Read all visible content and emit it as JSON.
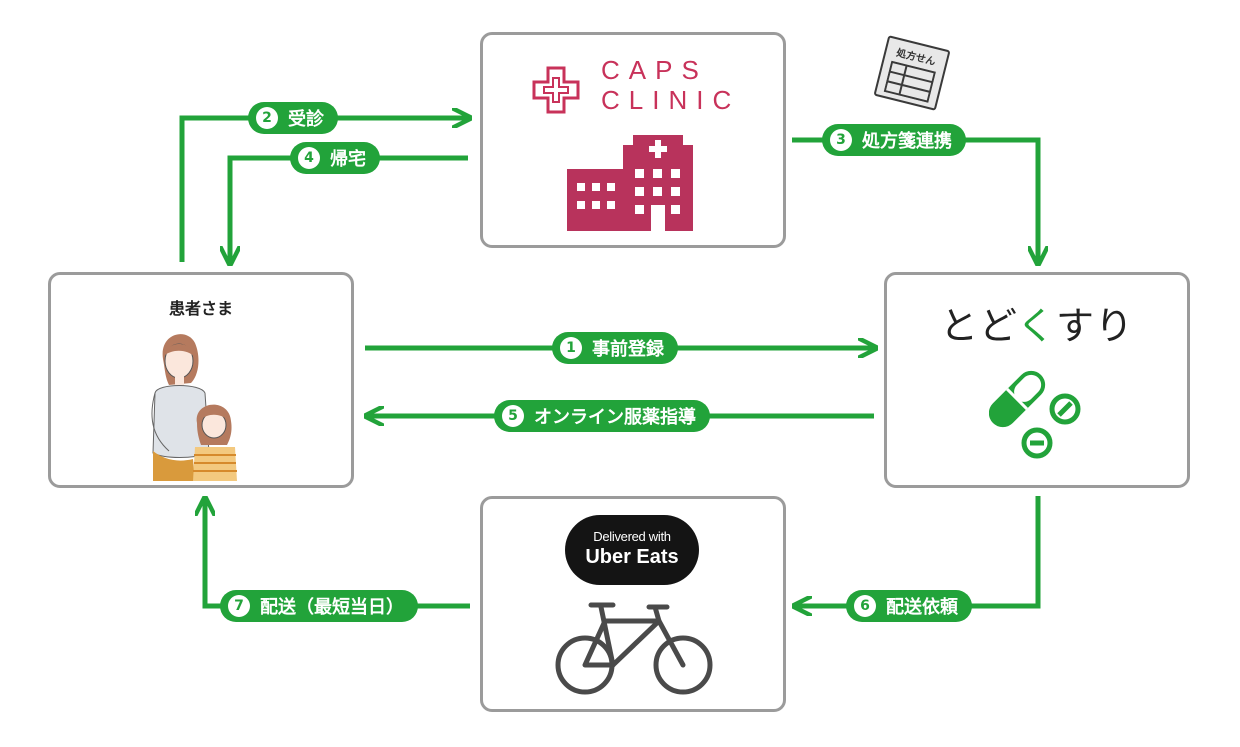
{
  "nodes": {
    "patient": {
      "label": "患者さま"
    },
    "clinic": {
      "logo_line1": "CAPS",
      "logo_line2": "CLINIC"
    },
    "pharmacy": {
      "logo_prefix": "とど",
      "logo_accent": "く",
      "logo_suffix": "すり"
    },
    "delivery": {
      "badge_line1": "Delivered with",
      "badge_line2": "Uber Eats"
    }
  },
  "prescription_sheet": {
    "label": "処方せん"
  },
  "steps": [
    {
      "num": "1",
      "label": "事前登録"
    },
    {
      "num": "2",
      "label": "受診"
    },
    {
      "num": "3",
      "label": "処方箋連携"
    },
    {
      "num": "4",
      "label": "帰宅"
    },
    {
      "num": "5",
      "label": "オンライン服薬指導"
    },
    {
      "num": "6",
      "label": "配送依頼"
    },
    {
      "num": "7",
      "label": "配送（最短当日）"
    }
  ],
  "colors": {
    "flow_green": "#22a33a",
    "clinic_brand": "#c8325a",
    "box_border": "#9b9b9b"
  }
}
